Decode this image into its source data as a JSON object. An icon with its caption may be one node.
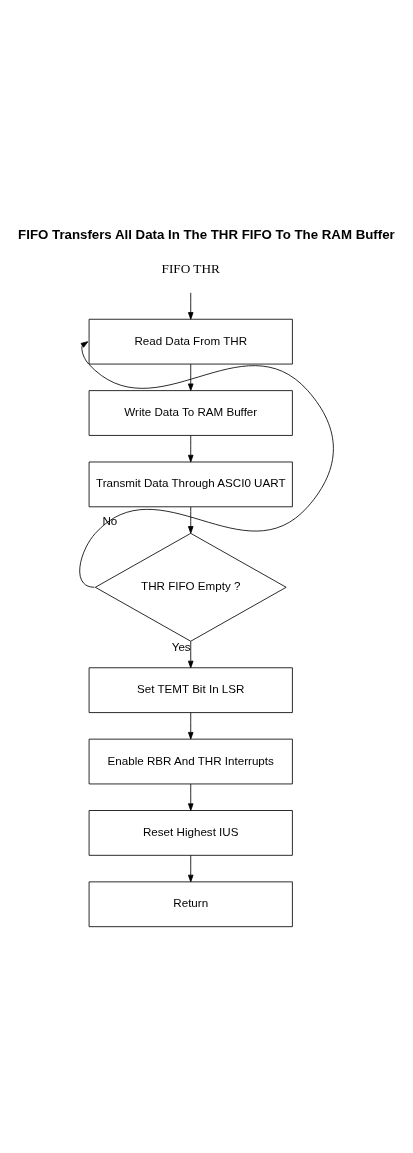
{
  "diagram": {
    "title": "FIFO Transfers All Data In The THR FIFO To The RAM Buffer",
    "nodes": [
      {
        "text": [
          "FIFO THR"
        ]
      },
      {
        "text": [
          "Read Data From THR"
        ]
      },
      {
        "text": [
          "Write Data To RAM Buffer"
        ]
      },
      {
        "text": [
          "Transmit Data Through ASCI0 UART"
        ]
      },
      {
        "text": [
          "THR FIFO Empty ?"
        ]
      },
      {
        "text": [
          "Set TEMT Bit In LSR"
        ]
      },
      {
        "text": [
          "Enable RBR And THR Interrupts"
        ]
      },
      {
        "text": [
          "Reset Highest IUS"
        ]
      },
      {
        "text": [
          "Return"
        ]
      }
    ],
    "edges": [
      {
        "from": 0,
        "to": 1,
        "arrow": "to"
      },
      {
        "from": 1,
        "to": 2,
        "arrow": "to"
      },
      {
        "from": 2,
        "to": 3,
        "arrow": "to"
      },
      {
        "from": 3,
        "to": 4,
        "arrow": "to"
      },
      {
        "from": 4,
        "to": 1,
        "arrow": "to",
        "label": "No"
      },
      {
        "from": 4,
        "to": 5,
        "arrow": "to",
        "label": "Yes"
      },
      {
        "from": 5,
        "to": 6,
        "arrow": "to"
      },
      {
        "from": 6,
        "to": 7,
        "arrow": "to"
      },
      {
        "from": 7,
        "to": 8,
        "arrow": "to"
      }
    ]
  }
}
